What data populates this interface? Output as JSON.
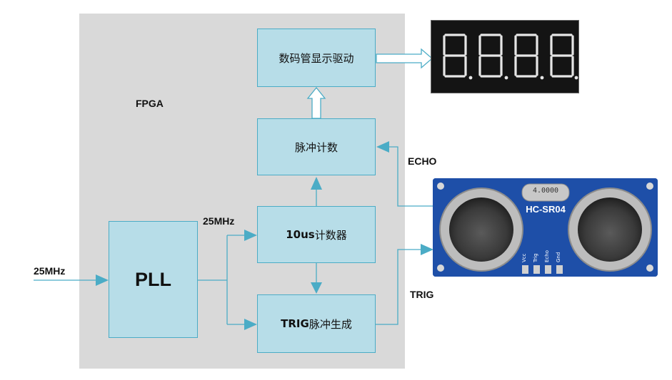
{
  "fpga": {
    "label": "FPGA"
  },
  "blocks": {
    "display_driver": "数码管显示驱动",
    "pulse_counter": "脉冲计数",
    "us_counter_suffix": "计数器",
    "us_counter_prefix": "10us",
    "trig_gen_prefix": "TRIG",
    "trig_gen_suffix": "脉冲生成",
    "pll": "PLL"
  },
  "signals": {
    "clock_in": "25MHz",
    "clock_out": "25MHz",
    "echo": "ECHO",
    "trig": "TRIG"
  },
  "sensor": {
    "model": "HC-SR04",
    "crystal": "4.0000",
    "pins": [
      "Vcc",
      "Trig",
      "Echo",
      "Gnd"
    ]
  },
  "colors": {
    "block_fill": "#b7dde8",
    "block_border": "#4bacc6",
    "arrow": "#4bacc6",
    "fpga_region": "#d9d9d9",
    "segment_on": "#e6e6e6",
    "sensor_board": "#1e4fa8"
  }
}
